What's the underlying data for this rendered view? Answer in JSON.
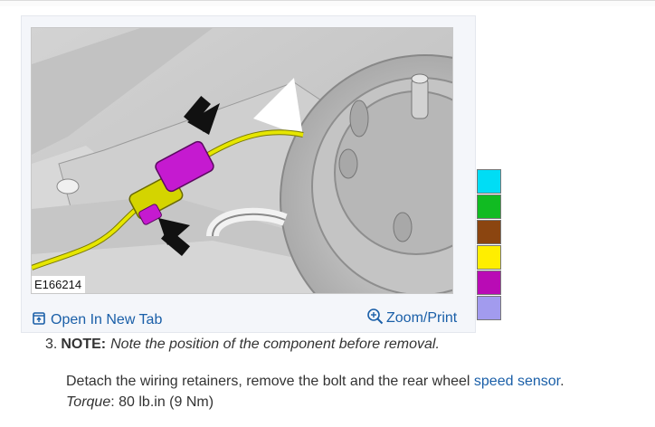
{
  "figure": {
    "id": "E166214",
    "open_tab_label": "Open In New Tab",
    "zoom_label": "Zoom/Print"
  },
  "color_swatches": [
    "#00ddf5",
    "#11bb22",
    "#8b4510",
    "#ffee00",
    "#b90bb5",
    "#a29bee"
  ],
  "step": {
    "number": "3.",
    "note_label": "NOTE:",
    "note_text": "Note the position of the component before removal."
  },
  "instruction": {
    "text_before": "Detach the wiring retainers, remove the bolt and the rear wheel ",
    "link_text": "speed sensor",
    "text_after": ".",
    "torque_label": "Torque",
    "torque_value": ": 80 lb.in (9 Nm)"
  }
}
